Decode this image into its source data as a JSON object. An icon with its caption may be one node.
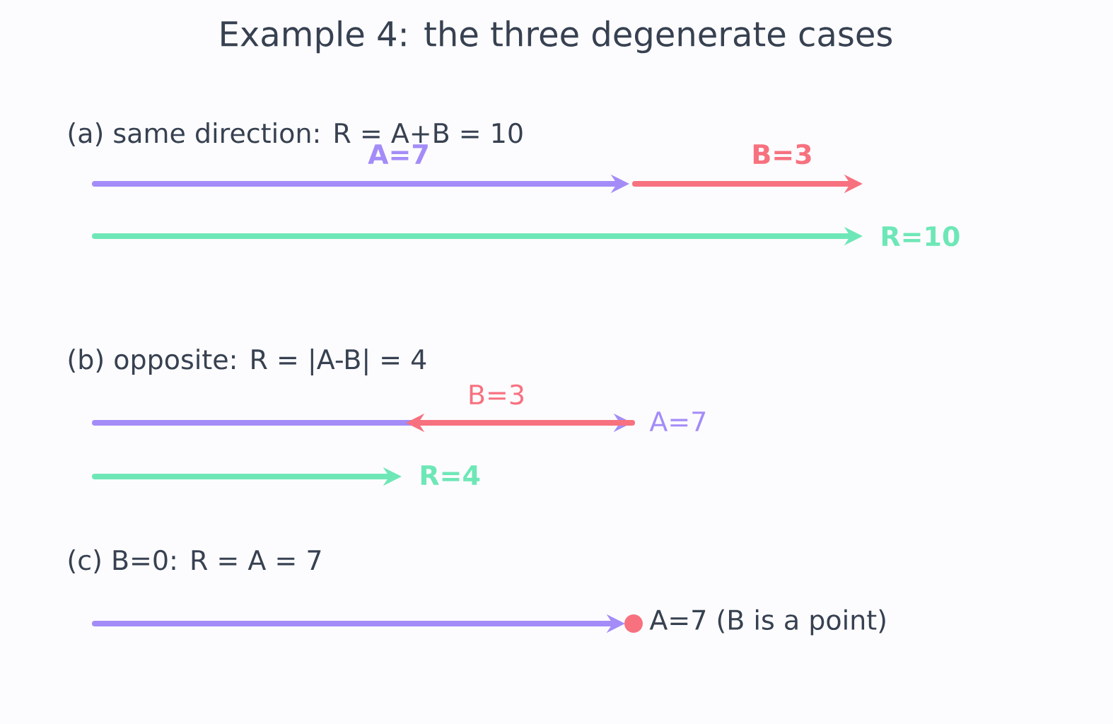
{
  "diagram": {
    "title": "Example 4: the three degenerate cases",
    "labels": [
      "(a) same direction: R = A+B = 10",
      "A=7",
      "B=3",
      "R=10",
      "(b) opposite: R = |A-B| = 4",
      "B=3",
      "A=7",
      "R=4",
      "(c) B=0: R = A = 7",
      "A=7 (B is a point)"
    ]
  }
}
